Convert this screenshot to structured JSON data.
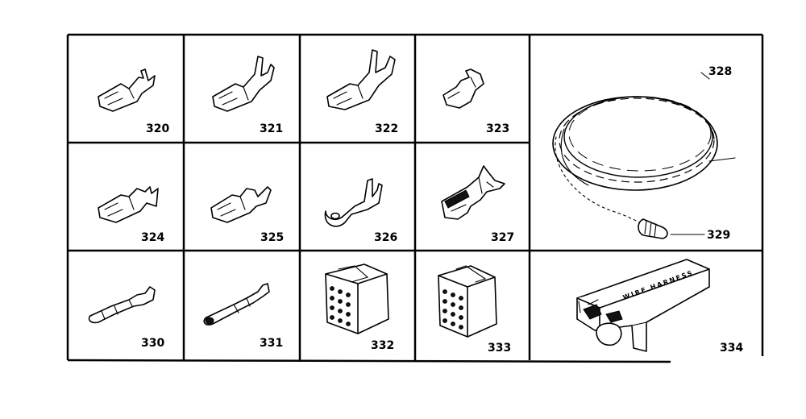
{
  "parts": {
    "p320": "320",
    "p321": "321",
    "p322": "322",
    "p323": "323",
    "p324": "324",
    "p325": "325",
    "p326": "326",
    "p327": "327",
    "p328": "328",
    "p329": "329",
    "p330": "330",
    "p331": "331",
    "p332": "332",
    "p333": "333",
    "p334": "334"
  },
  "harness_box_text": "WIRE HARNESS"
}
